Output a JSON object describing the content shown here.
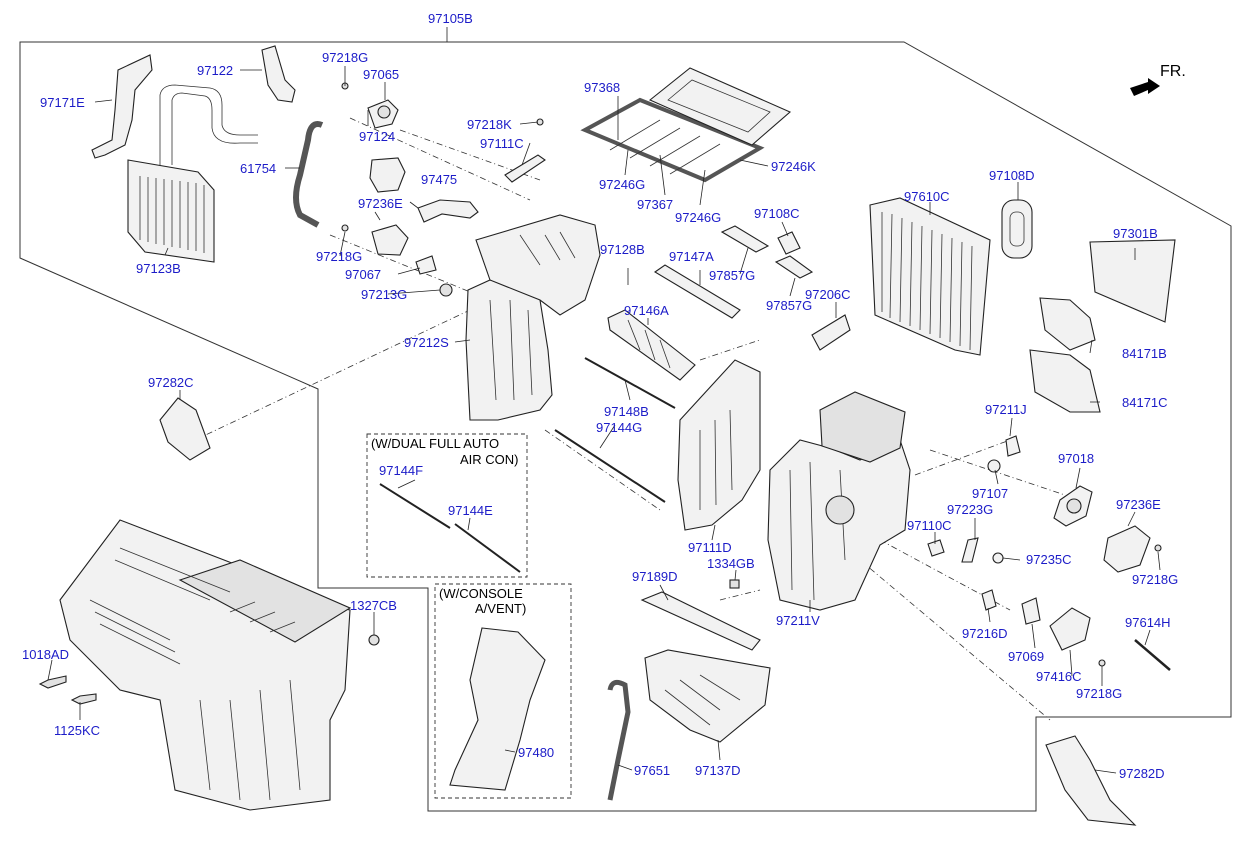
{
  "diagram": {
    "labels": {
      "p97105B": "97105B",
      "p97171E": "97171E",
      "p97122": "97122",
      "p97218G_1": "97218G",
      "p97065": "97065",
      "p97124": "97124",
      "p61754": "61754",
      "p97236E_1": "97236E",
      "p97475": "97475",
      "p97218G_2": "97218G",
      "p97067": "97067",
      "p97213G": "97213G",
      "p97123B": "97123B",
      "p97212S": "97212S",
      "p97218K": "97218K",
      "p97111C": "97111C",
      "p97368": "97368",
      "p97246G_1": "97246G",
      "p97367": "97367",
      "p97246G_2": "97246G",
      "p97246K": "97246K",
      "p97108C": "97108C",
      "p97108D": "97108D",
      "p97610C": "97610C",
      "p97301B": "97301B",
      "p97128B": "97128B",
      "p97147A": "97147A",
      "p97857G_1": "97857G",
      "p97857G_2": "97857G",
      "p97206C": "97206C",
      "p97146A": "97146A",
      "p84171B": "84171B",
      "p84171C": "84171C",
      "p97282C": "97282C",
      "p97148B": "97148B",
      "p97144G": "97144G",
      "p97211J": "97211J",
      "p97018": "97018",
      "p97107": "97107",
      "p97223G": "97223G",
      "p97110C": "97110C",
      "p97236E_2": "97236E",
      "p97235C": "97235C",
      "p97218G_3": "97218G",
      "p97144F": "97144F",
      "p97144E": "97144E",
      "p97111D": "97111D",
      "p1334GB": "1334GB",
      "p97211V": "97211V",
      "p97189D": "97189D",
      "p1327CB": "1327CB",
      "p1018AD": "1018AD",
      "p1125KC": "1125KC",
      "p97480": "97480",
      "p97651": "97651",
      "p97137D": "97137D",
      "p97216D": "97216D",
      "p97069": "97069",
      "p97416C": "97416C",
      "p97218G_4": "97218G",
      "p97614H": "97614H",
      "p97282D": "97282D"
    },
    "notes": {
      "dual_line1": "(W/DUAL FULL AUTO",
      "dual_line2": "AIR CON)",
      "console_line1": "(W/CONSOLE",
      "console_line2": "A/VENT)"
    },
    "direction_marker": "FR."
  }
}
